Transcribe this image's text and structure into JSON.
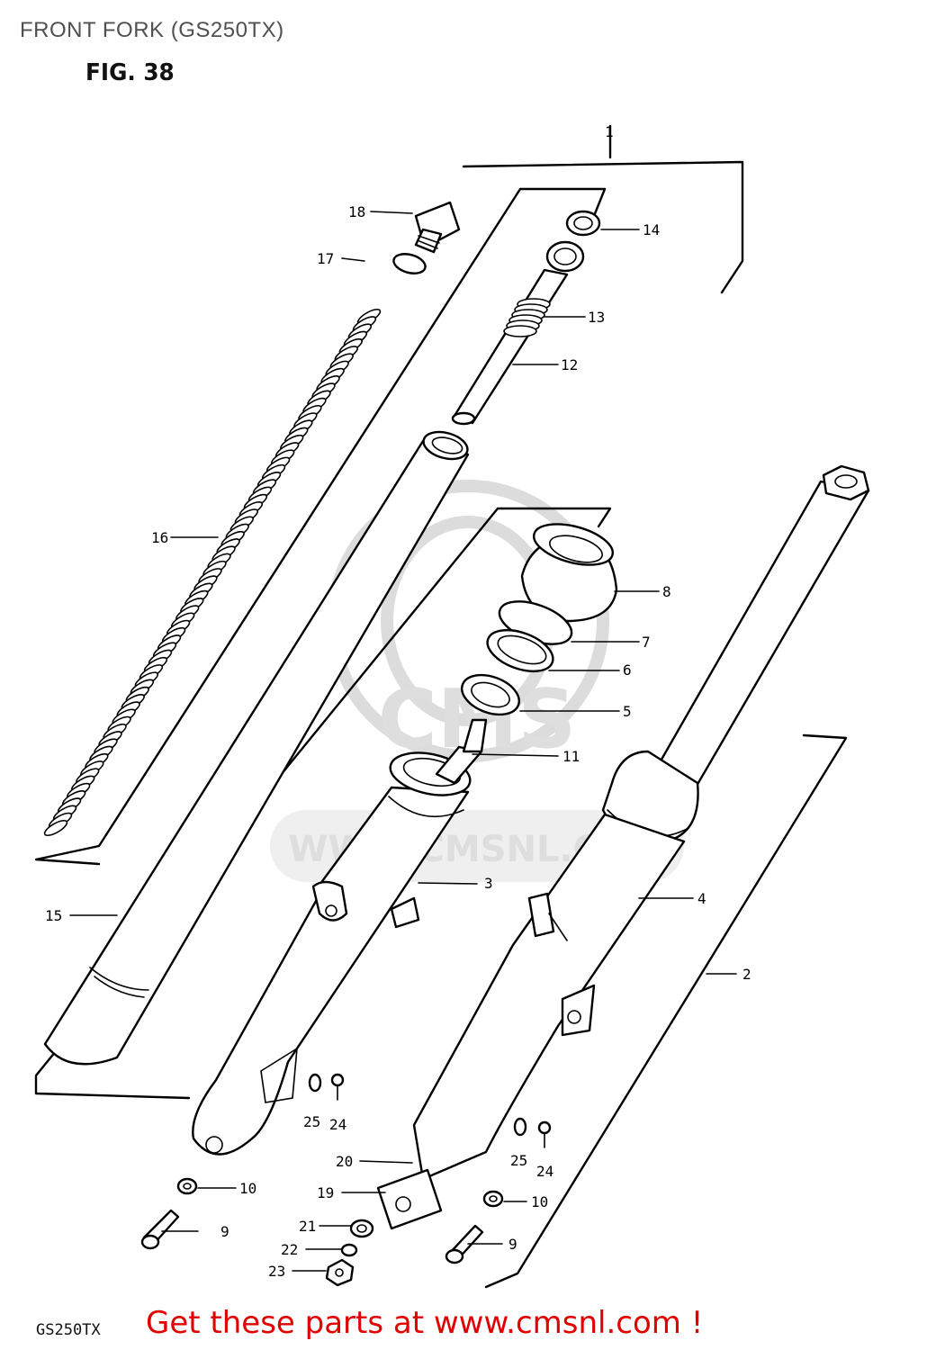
{
  "page": {
    "title": "FRONT FORK (GS250TX)",
    "figure": "FIG. 38",
    "model_code": "GS250TX",
    "footer_link": "Get these parts at www.cmsnl.com !"
  },
  "watermark": {
    "text": "WWW.CMSNL.COM",
    "brand": "CMS"
  },
  "callouts": [
    {
      "n": "1"
    },
    {
      "n": "2"
    },
    {
      "n": "3"
    },
    {
      "n": "4"
    },
    {
      "n": "5"
    },
    {
      "n": "6"
    },
    {
      "n": "7"
    },
    {
      "n": "8"
    },
    {
      "n": "9"
    },
    {
      "n": "9"
    },
    {
      "n": "10"
    },
    {
      "n": "10"
    },
    {
      "n": "11"
    },
    {
      "n": "12"
    },
    {
      "n": "13"
    },
    {
      "n": "14"
    },
    {
      "n": "15"
    },
    {
      "n": "16"
    },
    {
      "n": "17"
    },
    {
      "n": "18"
    },
    {
      "n": "19"
    },
    {
      "n": "20"
    },
    {
      "n": "21"
    },
    {
      "n": "22"
    },
    {
      "n": "23"
    },
    {
      "n": "24"
    },
    {
      "n": "24"
    },
    {
      "n": "25"
    },
    {
      "n": "25"
    }
  ],
  "colors": {
    "title": "#505050",
    "link": "#e00000",
    "watermark": "#dcdcdc"
  }
}
